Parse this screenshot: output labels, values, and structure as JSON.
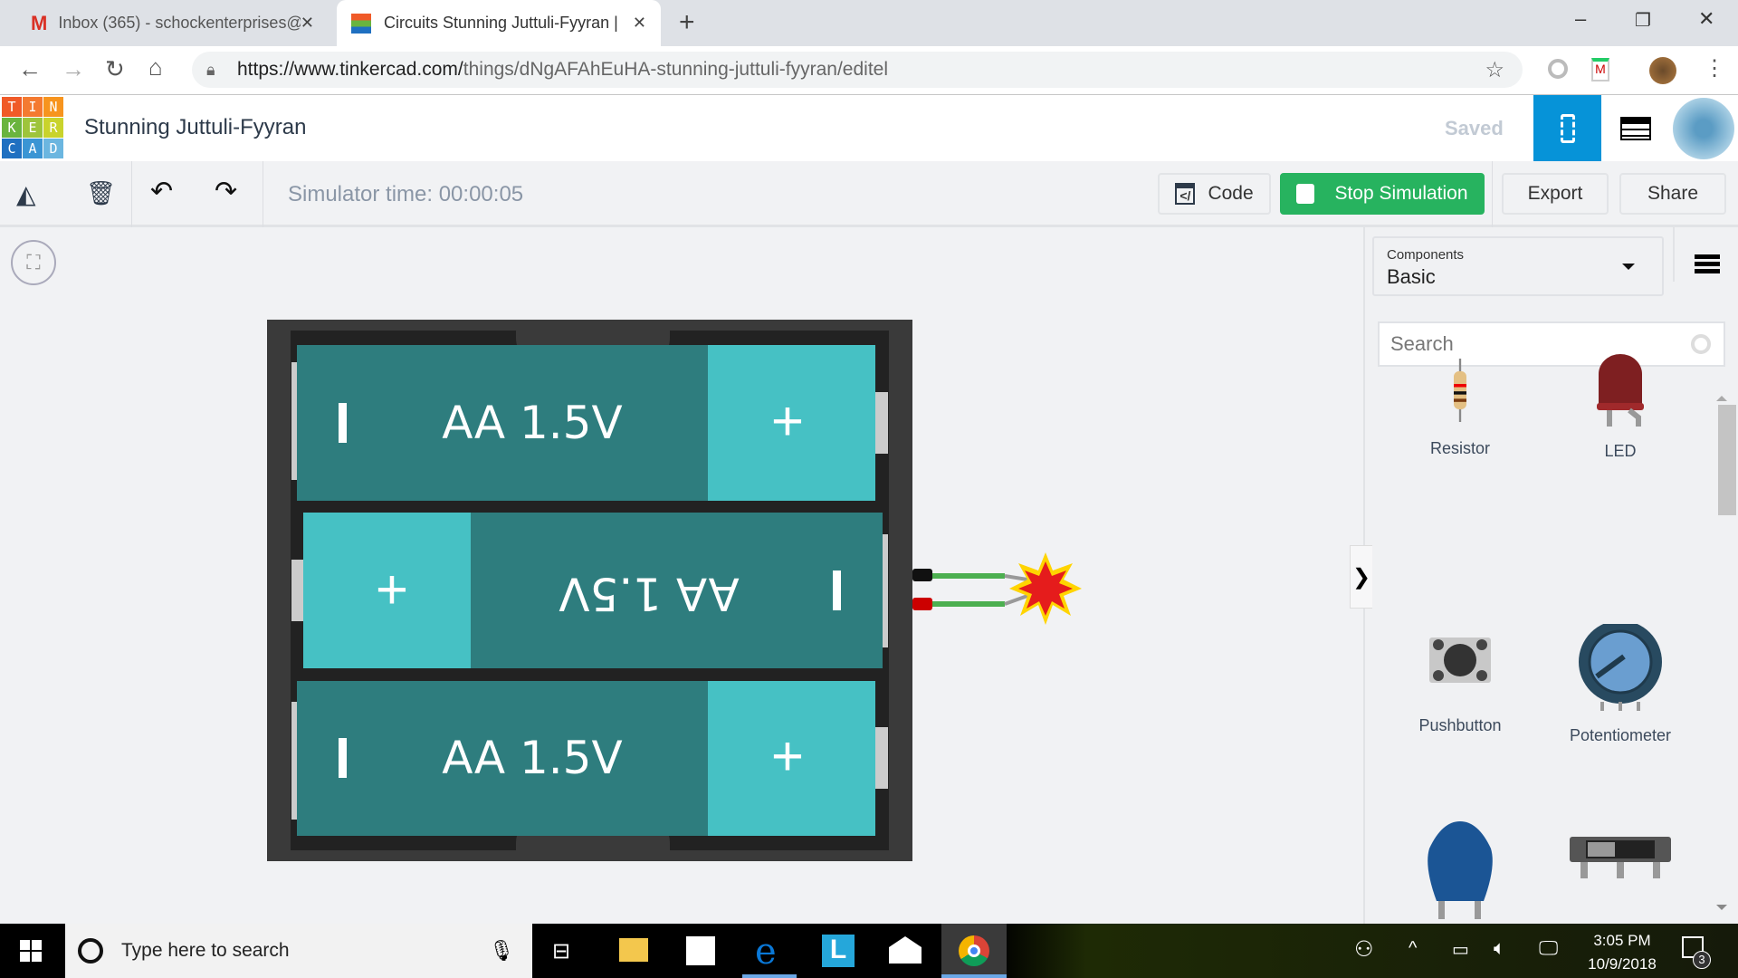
{
  "browser": {
    "tabs": [
      {
        "label": "Inbox (365) - schockenterprises@"
      },
      {
        "label": "Circuits Stunning Juttuli-Fyyran |"
      }
    ],
    "url_host": "https://www.tinkercad.com/",
    "url_path": "things/dNgAFAhEuHA-stunning-juttuli-fyyran/editel"
  },
  "app": {
    "logo_letters": [
      "T",
      "I",
      "N",
      "K",
      "E",
      "R",
      "C",
      "A",
      "D"
    ],
    "title": "Stunning Juttuli-Fyyran",
    "saved": "Saved"
  },
  "toolbar": {
    "sim_time": "Simulator time: 00:00:05",
    "code": "Code",
    "stop": "Stop Simulation",
    "export": "Export",
    "share": "Share"
  },
  "canvas": {
    "batteries": [
      {
        "label": "AA 1.5V"
      },
      {
        "label": "AA 1.5V"
      },
      {
        "label": "AA 1.5V"
      }
    ]
  },
  "panel": {
    "dropdown_label": "Components",
    "dropdown_value": "Basic",
    "search_placeholder": "Search",
    "components": [
      {
        "label": "Resistor"
      },
      {
        "label": "LED"
      },
      {
        "label": "Pushbutton"
      },
      {
        "label": "Potentiometer"
      }
    ]
  },
  "taskbar": {
    "search": "Type here to search",
    "time": "3:05 PM",
    "date": "10/9/2018",
    "notifications": "3"
  },
  "colors": {
    "accent": "#0693d8",
    "green": "#27b35f",
    "battery_dark": "#2e7d7e",
    "battery_light": "#46c1c4"
  }
}
